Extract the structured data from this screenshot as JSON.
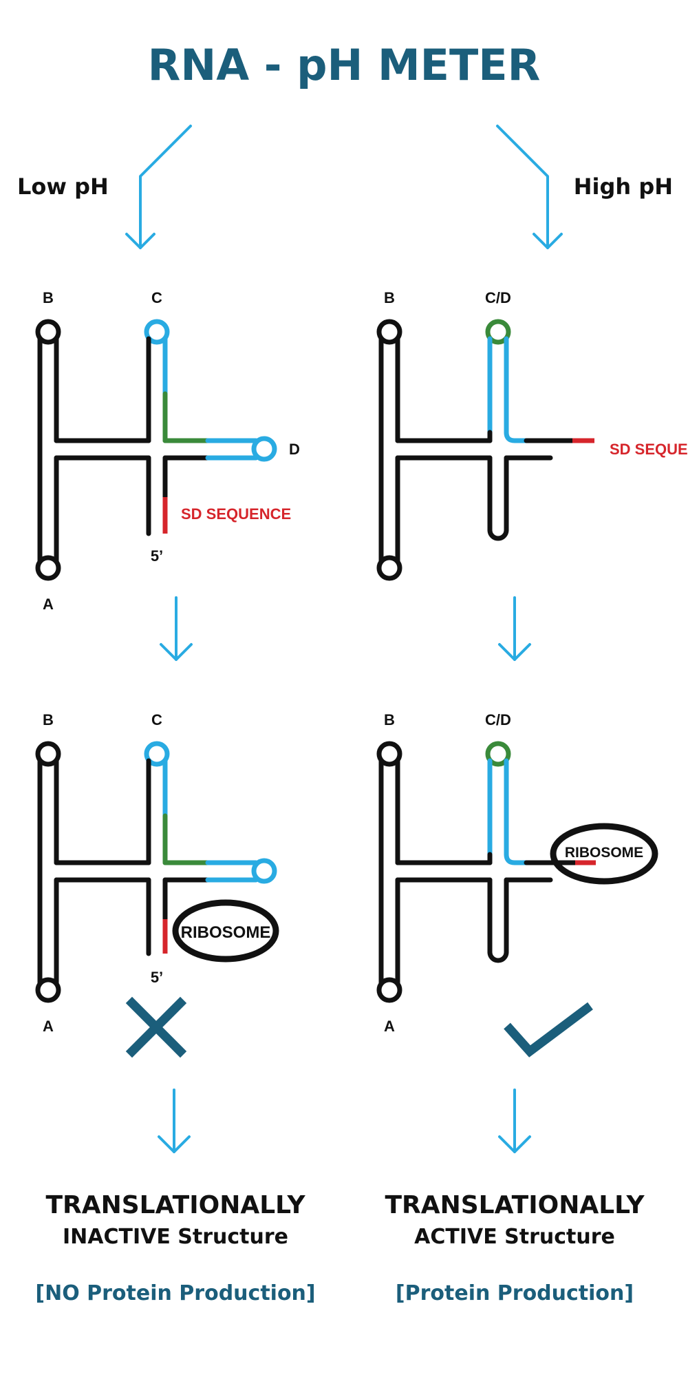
{
  "title": "RNA - pH METER",
  "conditions": {
    "low": "Low pH",
    "high": "High pH"
  },
  "labels": {
    "B": "B",
    "C": "C",
    "CD": "C/D",
    "D": "D",
    "A": "A",
    "five_prime": "5’",
    "sd_sequence": "SD SEQUENCE",
    "ribosome": "RIBOSOME"
  },
  "outcome_marks": {
    "left": "cross",
    "right": "check"
  },
  "left_result": {
    "line1": "TRANSLATIONALLY",
    "line2": "INACTIVE Structure",
    "line3": "[NO Protein Production]"
  },
  "right_result": {
    "line1": "TRANSLATIONALLY",
    "line2": "ACTIVE Structure",
    "line3": "[Protein Production]"
  },
  "colors": {
    "title": "#1b5e7b",
    "arrow": "#29abe2",
    "green_segment": "#3a8a3a",
    "sd_red": "#d6252b",
    "strand": "#111111"
  }
}
